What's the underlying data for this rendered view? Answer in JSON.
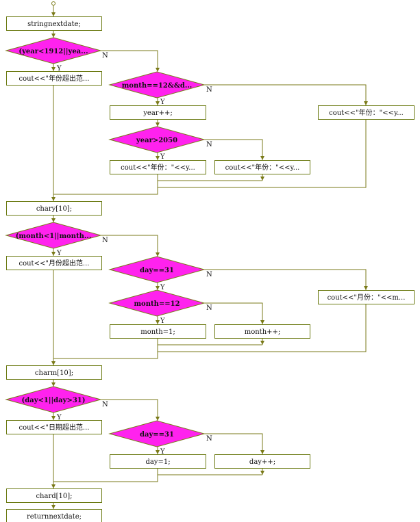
{
  "colors": {
    "decision_fill": "#ff22ee",
    "line": "#7a7a18",
    "box_border": "#6b7a12",
    "box_fill": "#ffffff"
  },
  "labels": {
    "yes": "Y",
    "no": "N"
  },
  "boxes": [
    {
      "id": "b1",
      "text": "stringnextdate;"
    },
    {
      "id": "b2",
      "text": "cout<<\"年份超出范..."
    },
    {
      "id": "b3",
      "text": "year++;"
    },
    {
      "id": "b4",
      "text": "cout<<\"年份：\"<<y..."
    },
    {
      "id": "b5",
      "text": "cout<<\"年份：\"<<y..."
    },
    {
      "id": "b6",
      "text": "cout<<\"年份：\"<<y..."
    },
    {
      "id": "b7",
      "text": "chary[10];"
    },
    {
      "id": "b8",
      "text": "cout<<\"月份超出范..."
    },
    {
      "id": "b9",
      "text": "cout<<\"月份：\"<<m..."
    },
    {
      "id": "b10",
      "text": "month=1;"
    },
    {
      "id": "b11",
      "text": "month++;"
    },
    {
      "id": "b12",
      "text": "charm[10];"
    },
    {
      "id": "b13",
      "text": "cout<<\"日期超出范..."
    },
    {
      "id": "b14",
      "text": "day=1;"
    },
    {
      "id": "b15",
      "text": "day++;"
    },
    {
      "id": "b16",
      "text": "chard[10];"
    },
    {
      "id": "b17",
      "text": "returnnextdate;"
    }
  ],
  "decisions": [
    {
      "id": "d1",
      "text": "(year<1912||yea..."
    },
    {
      "id": "d2",
      "text": "month==12&&d..."
    },
    {
      "id": "d3",
      "text": "year>2050"
    },
    {
      "id": "d4",
      "text": "(month<1||month..."
    },
    {
      "id": "d5",
      "text": "day==31"
    },
    {
      "id": "d6",
      "text": "month==12"
    },
    {
      "id": "d7",
      "text": "(day<1||day>31)"
    },
    {
      "id": "d8",
      "text": "day==31"
    }
  ]
}
